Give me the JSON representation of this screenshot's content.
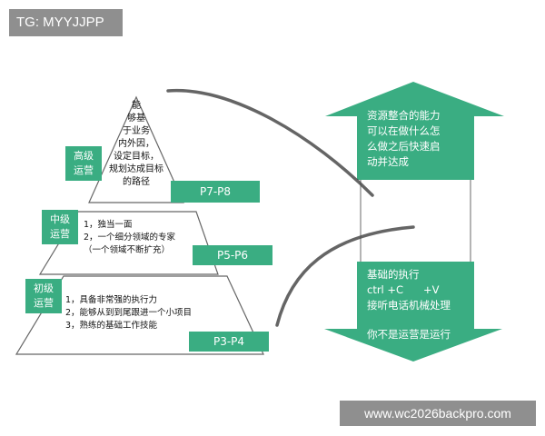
{
  "watermark_top": "TG: MYYJJPP",
  "watermark_bottom": "www.wc2026backpro.com",
  "levels": {
    "senior": {
      "label": "高级\n运营",
      "description": "能\n够基\n于业务\n内外因，\n设定目标，\n规划达成目标\n的路径",
      "range": "P7-P8"
    },
    "middle": {
      "label": "中级\n运营",
      "description": "1，独当一面\n2，一个细分领域的专家\n（一个领域不断扩充）",
      "range": "P5-P6"
    },
    "junior": {
      "label": "初级\n运营",
      "description": "1，具备非常强的执行力\n2，能够从到到尾跟进一个小项目\n3，熟练的基础工作技能",
      "range": "P3-P4"
    }
  },
  "arrow_up_text": "资源整合的能力\n可以在做什么怎\n么做之后快速启\n动并达成",
  "arrow_down_text": "基础的执行\nctrl +C      +V\n接听电话机械处理",
  "arrow_down_footer": "你不是运营是运行",
  "colors": {
    "green": "#3aad82",
    "outline": "#666666",
    "watermark": "#8f8f8f"
  }
}
